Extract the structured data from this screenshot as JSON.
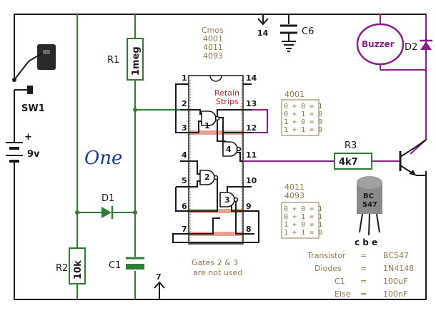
{
  "labels": {
    "sw1": "SW1",
    "battery": "9v",
    "battery_plus": "+",
    "r1_ref": "R1",
    "r1_value": "1meg",
    "one": "One",
    "d1": "D1",
    "r2_ref": "R2",
    "r2_value": "10k",
    "c1_ref": "C1",
    "c6": "C6",
    "d2": "D2",
    "buzzer": "Buzzer",
    "r3_ref": "R3",
    "r3_value": "4k7",
    "retain_line1": "Retain",
    "retain_line2": "Strips",
    "node_top": "14",
    "node_bottom": "7",
    "transistor_marking_line1": "BC",
    "transistor_marking_line2": "547",
    "transistor_leads": "c b e"
  },
  "cmos": {
    "line1": "Cmos",
    "line2": "4001",
    "line3": "4011",
    "line4": "4093"
  },
  "ic": {
    "left_pins": [
      "1",
      "2",
      "3",
      "4",
      "5",
      "6",
      "7"
    ],
    "right_pins": [
      "14",
      "13",
      "12",
      "11",
      "10",
      "9",
      "8"
    ],
    "gates": [
      "1",
      "2",
      "3",
      "4"
    ]
  },
  "truth_4001": {
    "title": "4001",
    "rows": [
      "0 + 0 = 1",
      "0 + 1 = 0",
      "1 + 0 = 0",
      "1 + 1 = 0"
    ]
  },
  "truth_4011": {
    "title_line1": "4011",
    "title_line2": "4093",
    "rows": [
      "0 + 0 = 1",
      "0 + 1 = 1",
      "1 + 0 = 1",
      "1 + 1 = 0"
    ]
  },
  "notes": {
    "unused_line1": "Gates 2 & 3",
    "unused_line2": "are not used"
  },
  "parts": [
    {
      "name": "Transistor",
      "value": "BC547"
    },
    {
      "name": "Diodes",
      "value": "1N4148"
    },
    {
      "name": "C1",
      "value": "100uF"
    },
    {
      "name": "Else",
      "value": "100nF"
    }
  ],
  "colors": {
    "rail": "#1a1a1a",
    "timing": "#2e7d32",
    "output": "#8a1e8a",
    "highlight": "#e8a090",
    "note": "#8a7a4a",
    "retain": "#e0202a"
  }
}
